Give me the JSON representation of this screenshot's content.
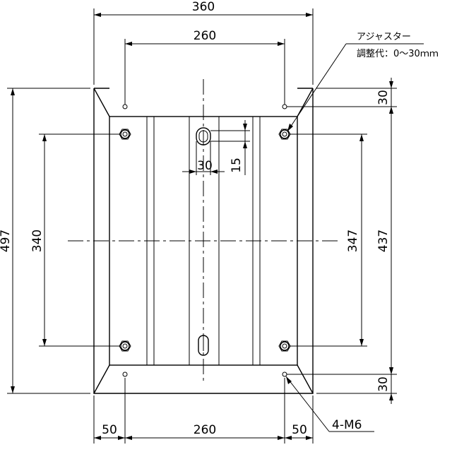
{
  "drawing": {
    "dimensions": {
      "overall_width": "360",
      "top_adjuster_pitch": "260",
      "bottom_pitch": "260",
      "left_offset": "50",
      "right_offset": "50",
      "overall_height": "497",
      "mount_hole_vertical_left": "340",
      "mount_hole_vertical_right": "347",
      "adjuster_vertical": "437",
      "top_edge_offset": "30",
      "bottom_edge_offset": "30",
      "slot_width": "30",
      "slot_height": "15"
    },
    "annotations": {
      "adjuster_label": "アジャスター",
      "adjuster_range": "調整代：0～30ｍｍ",
      "hole_spec": "4-M6"
    }
  }
}
